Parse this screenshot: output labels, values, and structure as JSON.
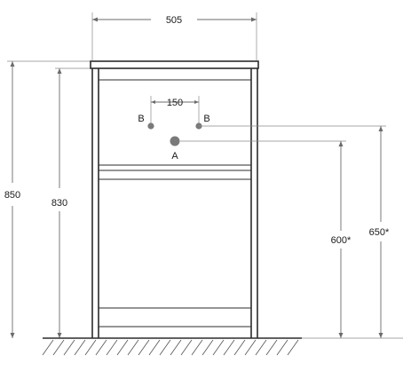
{
  "dimensions": {
    "width_total": "505",
    "height_total": "850",
    "height_body": "830",
    "outlet_spacing": "150",
    "outlet_a_height": "600*",
    "outlet_b_height": "650*"
  },
  "markers": {
    "outlet_b_left": "B",
    "outlet_b_right": "B",
    "outlet_a": "A"
  },
  "colors": {
    "outlet_fill": "#7a7a7a",
    "line": "#2b2b2b"
  }
}
